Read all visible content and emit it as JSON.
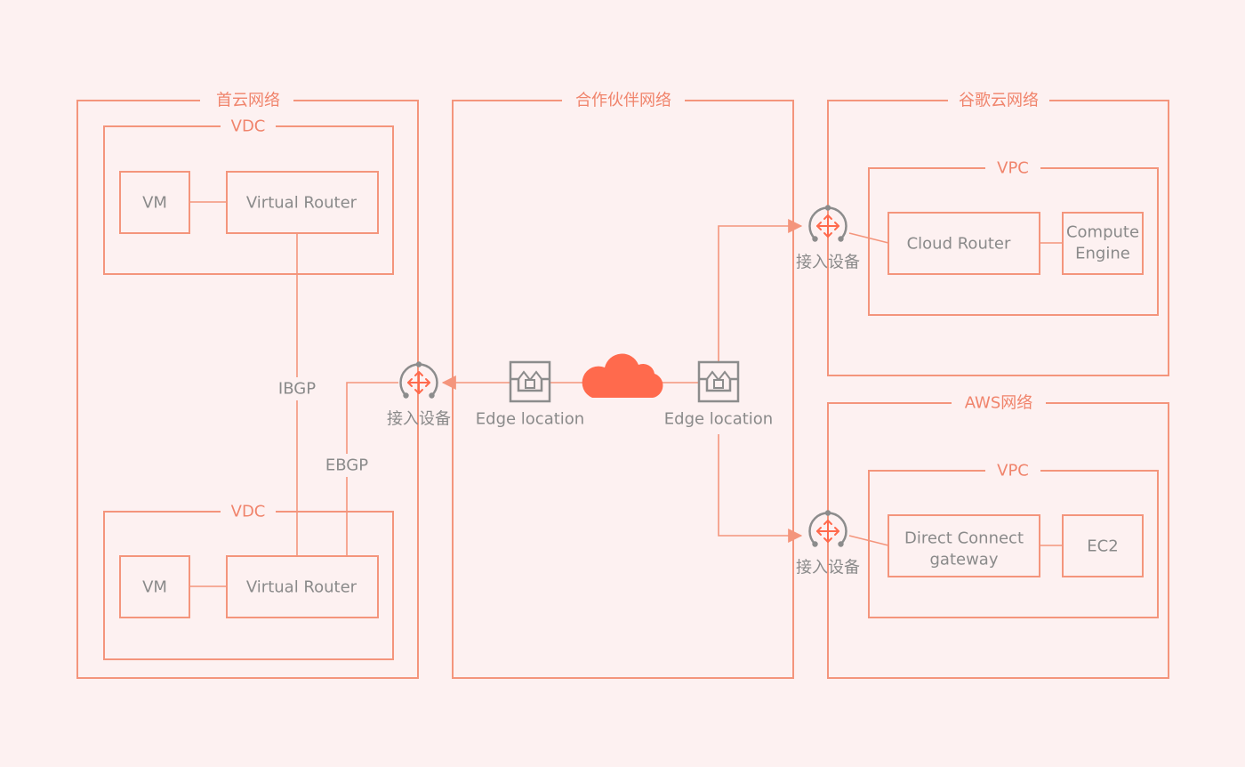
{
  "colors": {
    "background": "#fdf1f1",
    "line": "#f4957c",
    "title": "#f0846c",
    "text": "#8a8a8a",
    "cloud": "#ff6a4d",
    "device_gray": "#8c8c8c",
    "device_accent": "#ff6a4d"
  },
  "regions": {
    "shouyun": "首云网络",
    "partner": "合作伙伴网络",
    "google": "谷歌云网络",
    "aws": "AWS网络"
  },
  "groups": {
    "vdc_top": "VDC",
    "vdc_bottom": "VDC",
    "vpc_google": "VPC",
    "vpc_aws": "VPC"
  },
  "nodes": {
    "vm_top": "VM",
    "vrouter_top": "Virtual Router",
    "vm_bottom": "VM",
    "vrouter_bottom": "Virtual Router",
    "cloud_router": "Cloud Router",
    "compute_engine_line1": "Compute",
    "compute_engine_line2": "Engine",
    "dcg_line1": "Direct Connect",
    "dcg_line2": "gateway",
    "ec2": "EC2"
  },
  "devices": {
    "access_left": "接入设备",
    "access_google": "接入设备",
    "access_aws": "接入设备",
    "edge_left": "Edge location",
    "edge_right": "Edge location"
  },
  "links": {
    "ibgp": "IBGP",
    "ebgp": "EBGP"
  },
  "icons": {
    "access_device": "access-device-icon",
    "edge_location": "edge-location-icon",
    "cloud": "cloud-icon"
  }
}
